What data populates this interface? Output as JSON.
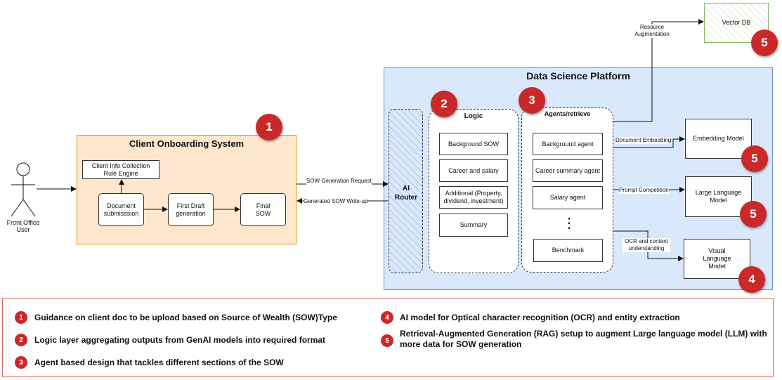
{
  "title_platform": "Data Science Platform",
  "title_onboarding": "Client Onboarding System",
  "actor": {
    "label_line1": "Front Office",
    "label_line2": "User"
  },
  "onboarding": {
    "rule_engine": "Client Info Collection Rule Engine",
    "doc_submission": "Document submisssion",
    "first_draft": "First Draft generation",
    "final_sow": "Final SOW"
  },
  "router": {
    "label": "AI Router"
  },
  "logic": {
    "title": "Logic",
    "items": [
      "Background SOW",
      "Career and salary",
      "Additional (Property, dividend, investment)",
      "Summary"
    ]
  },
  "agents": {
    "title": "Agents/retrieve",
    "items": [
      "Background agent",
      "Career summary agent",
      "Salary agent",
      "Benchmark"
    ],
    "ellipsis": "⋮"
  },
  "models": {
    "vector_db": "Vector DB",
    "embedding": "Embedding Model",
    "llm": "Large Language Model",
    "vlm": "Visual Language Model"
  },
  "edges": {
    "sow_request": "SOW Generation Request",
    "sow_writeup": "Generated SOW Write-up",
    "resource_aug": "Resource Augmentation",
    "doc_embedding": "Document Embedding",
    "prompt_comp": "Prompt Competition",
    "ocr": "OCR and content understanding"
  },
  "badges": [
    "1",
    "2",
    "3",
    "4",
    "5"
  ],
  "legend": {
    "items": [
      {
        "num": "1",
        "text": "Guidance on client doc to be upload based on Source of Wealth (SOW)Type"
      },
      {
        "num": "2",
        "text": "Logic layer aggregating outputs from GenAI models into required format"
      },
      {
        "num": "3",
        "text": "Agent based design that tackles different sections of the SOW"
      },
      {
        "num": "4",
        "text": "AI model for Optical character recognition (OCR) and entity extraction"
      },
      {
        "num": "5",
        "text": "Retrieval-Augmented Generation (RAG) setup to augment Large language model (LLM) with more data for SOW generation"
      }
    ]
  },
  "colors": {
    "badge": "#c9292a",
    "platform_fill": "#dae8fc",
    "platform_border": "#6c8ebf",
    "onboarding_fill": "#ffe6cc",
    "onboarding_border": "#d79b00",
    "vector_border": "#82b366",
    "legend_border": "#e06666"
  }
}
